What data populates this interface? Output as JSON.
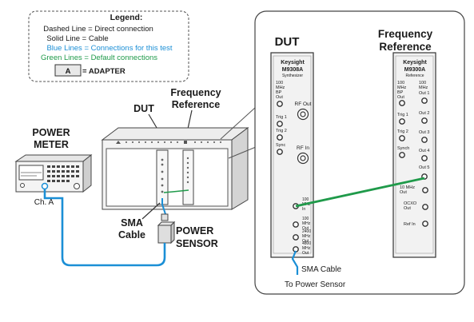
{
  "legend": {
    "title": "Legend:",
    "dashed": "Dashed Line = Direct connection",
    "solid": "Solid Line = Cable",
    "blue": "Blue Lines = Connections for this test",
    "green": "Green Lines = Default connections",
    "adapter_box": "A",
    "adapter_label": "= ADAPTER"
  },
  "left": {
    "power_meter_1": "POWER",
    "power_meter_2": "METER",
    "ch_a": "Ch. A",
    "dut": "DUT",
    "freq_ref_1": "Frequency",
    "freq_ref_2": "Reference",
    "sma_1": "SMA",
    "sma_2": "Cable",
    "sensor_1": "POWER",
    "sensor_2": "SENSOR"
  },
  "zoom": {
    "dut_title": "DUT",
    "freq_title_1": "Frequency",
    "freq_title_2": "Reference",
    "synth_brand": "Keysight",
    "synth_model": "M9308A",
    "synth_name": "Synthesizer",
    "synth_ports": {
      "bp_1": "100",
      "bp_2": "MHz",
      "bp_3": "BP",
      "bp_4": "Out",
      "rf_out": "RF Out",
      "trig1": "Trig 1",
      "trig2": "Trig 2",
      "sync": "Sync",
      "rf_in": "RF In",
      "p100in_1": "100",
      "p100in_2": "MHz",
      "p100in_3": "In",
      "p100out_1": "100",
      "p100out_2": "MHz",
      "p100out_3": "Out",
      "p2400_1": "2400",
      "p2400_2": "MHz",
      "p2400_3": "Out",
      "p4800_1": "4800",
      "p4800_2": "MHz",
      "p4800_3": "Out"
    },
    "ref_brand": "Keysight",
    "ref_model": "M9300A",
    "ref_name": "Reference",
    "ref_ports": {
      "bp_1": "100",
      "bp_2": "MHz",
      "bp_3": "BP",
      "bp_4": "Out",
      "h100_1": "100",
      "h100_2": "MHz",
      "out1": "Out 1",
      "trig1": "Trig 1",
      "out2": "Out 2",
      "trig2": "Trig 2",
      "out3": "Out 3",
      "synch": "Synch",
      "out4": "Out 4",
      "out5": "Out 5",
      "m10_1": "10 MHz",
      "m10_2": "Out",
      "ocxo_1": "OCXO",
      "ocxo_2": "Out",
      "refin": "Ref In"
    },
    "sma_label": "SMA Cable",
    "to_sensor": "To Power Sensor"
  },
  "colors": {
    "blue": "#1b8fd6",
    "green": "#1f9a4a",
    "panel": "#f2f2f2",
    "outline": "#333333"
  }
}
